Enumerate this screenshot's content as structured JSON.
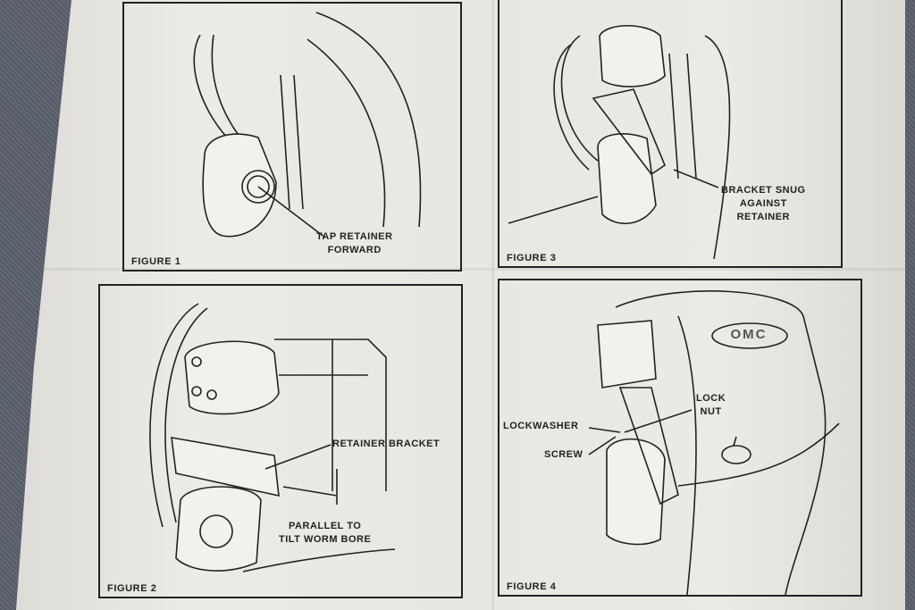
{
  "document": {
    "panels": [
      {
        "caption": "FIGURE 1",
        "callouts": [
          "TAP RETAINER",
          "FORWARD"
        ]
      },
      {
        "caption": "FIGURE 3",
        "callouts": [
          "BRACKET SNUG",
          "AGAINST",
          "RETAINER"
        ]
      },
      {
        "caption": "FIGURE 2",
        "callouts": [
          "RETAINER BRACKET",
          "PARALLEL TO",
          "TILT WORM BORE"
        ]
      },
      {
        "caption": "FIGURE 4",
        "callouts": [
          "LOCK",
          "NUT",
          "LOCKWASHER",
          "SCREW"
        ],
        "logo_text": "OMC"
      }
    ]
  }
}
